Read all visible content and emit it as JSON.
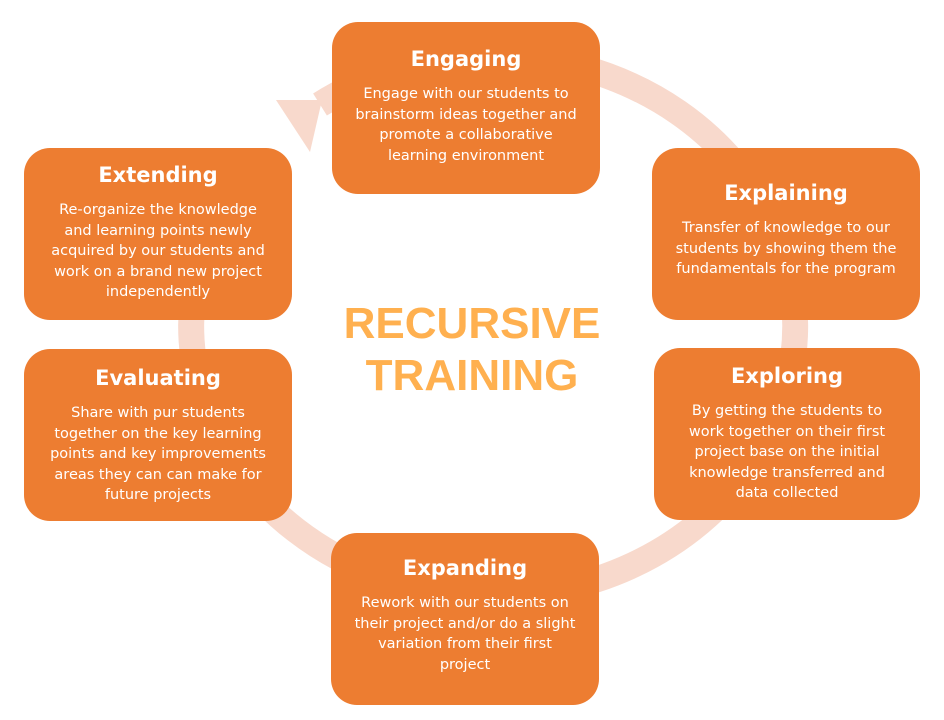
{
  "center_title": {
    "line1": "RECURSIVE",
    "line2": "TRAINING"
  },
  "steps": [
    {
      "id": "engaging",
      "title": "Engaging",
      "text": "Engage with our students to brainstorm ideas together and promote a collaborative learning environment"
    },
    {
      "id": "explaining",
      "title": "Explaining",
      "text": "Transfer of knowledge to our students by showing them the fundamentals for the program"
    },
    {
      "id": "exploring",
      "title": "Exploring",
      "text": "By getting the students to work together on their first project base on the initial knowledge transferred and data collected"
    },
    {
      "id": "expanding",
      "title": "Expanding",
      "text": "Rework with our students on their project and/or do a slight variation from their first project"
    },
    {
      "id": "evaluating",
      "title": "Evaluating",
      "text": "Share with pur students together on the key learning points and key improvements areas they can can make for future projects"
    },
    {
      "id": "extending",
      "title": "Extending",
      "text": "Re-organize the knowledge and learning points newly acquired by our students and work on a brand new project independently"
    }
  ],
  "colors": {
    "box_fill": "#ED7D31",
    "ring": "#F8D9CC",
    "center_title": "#FFB04F",
    "box_text": "#FFFFFF"
  },
  "icons": [
    "cycle-arrow-icon"
  ]
}
